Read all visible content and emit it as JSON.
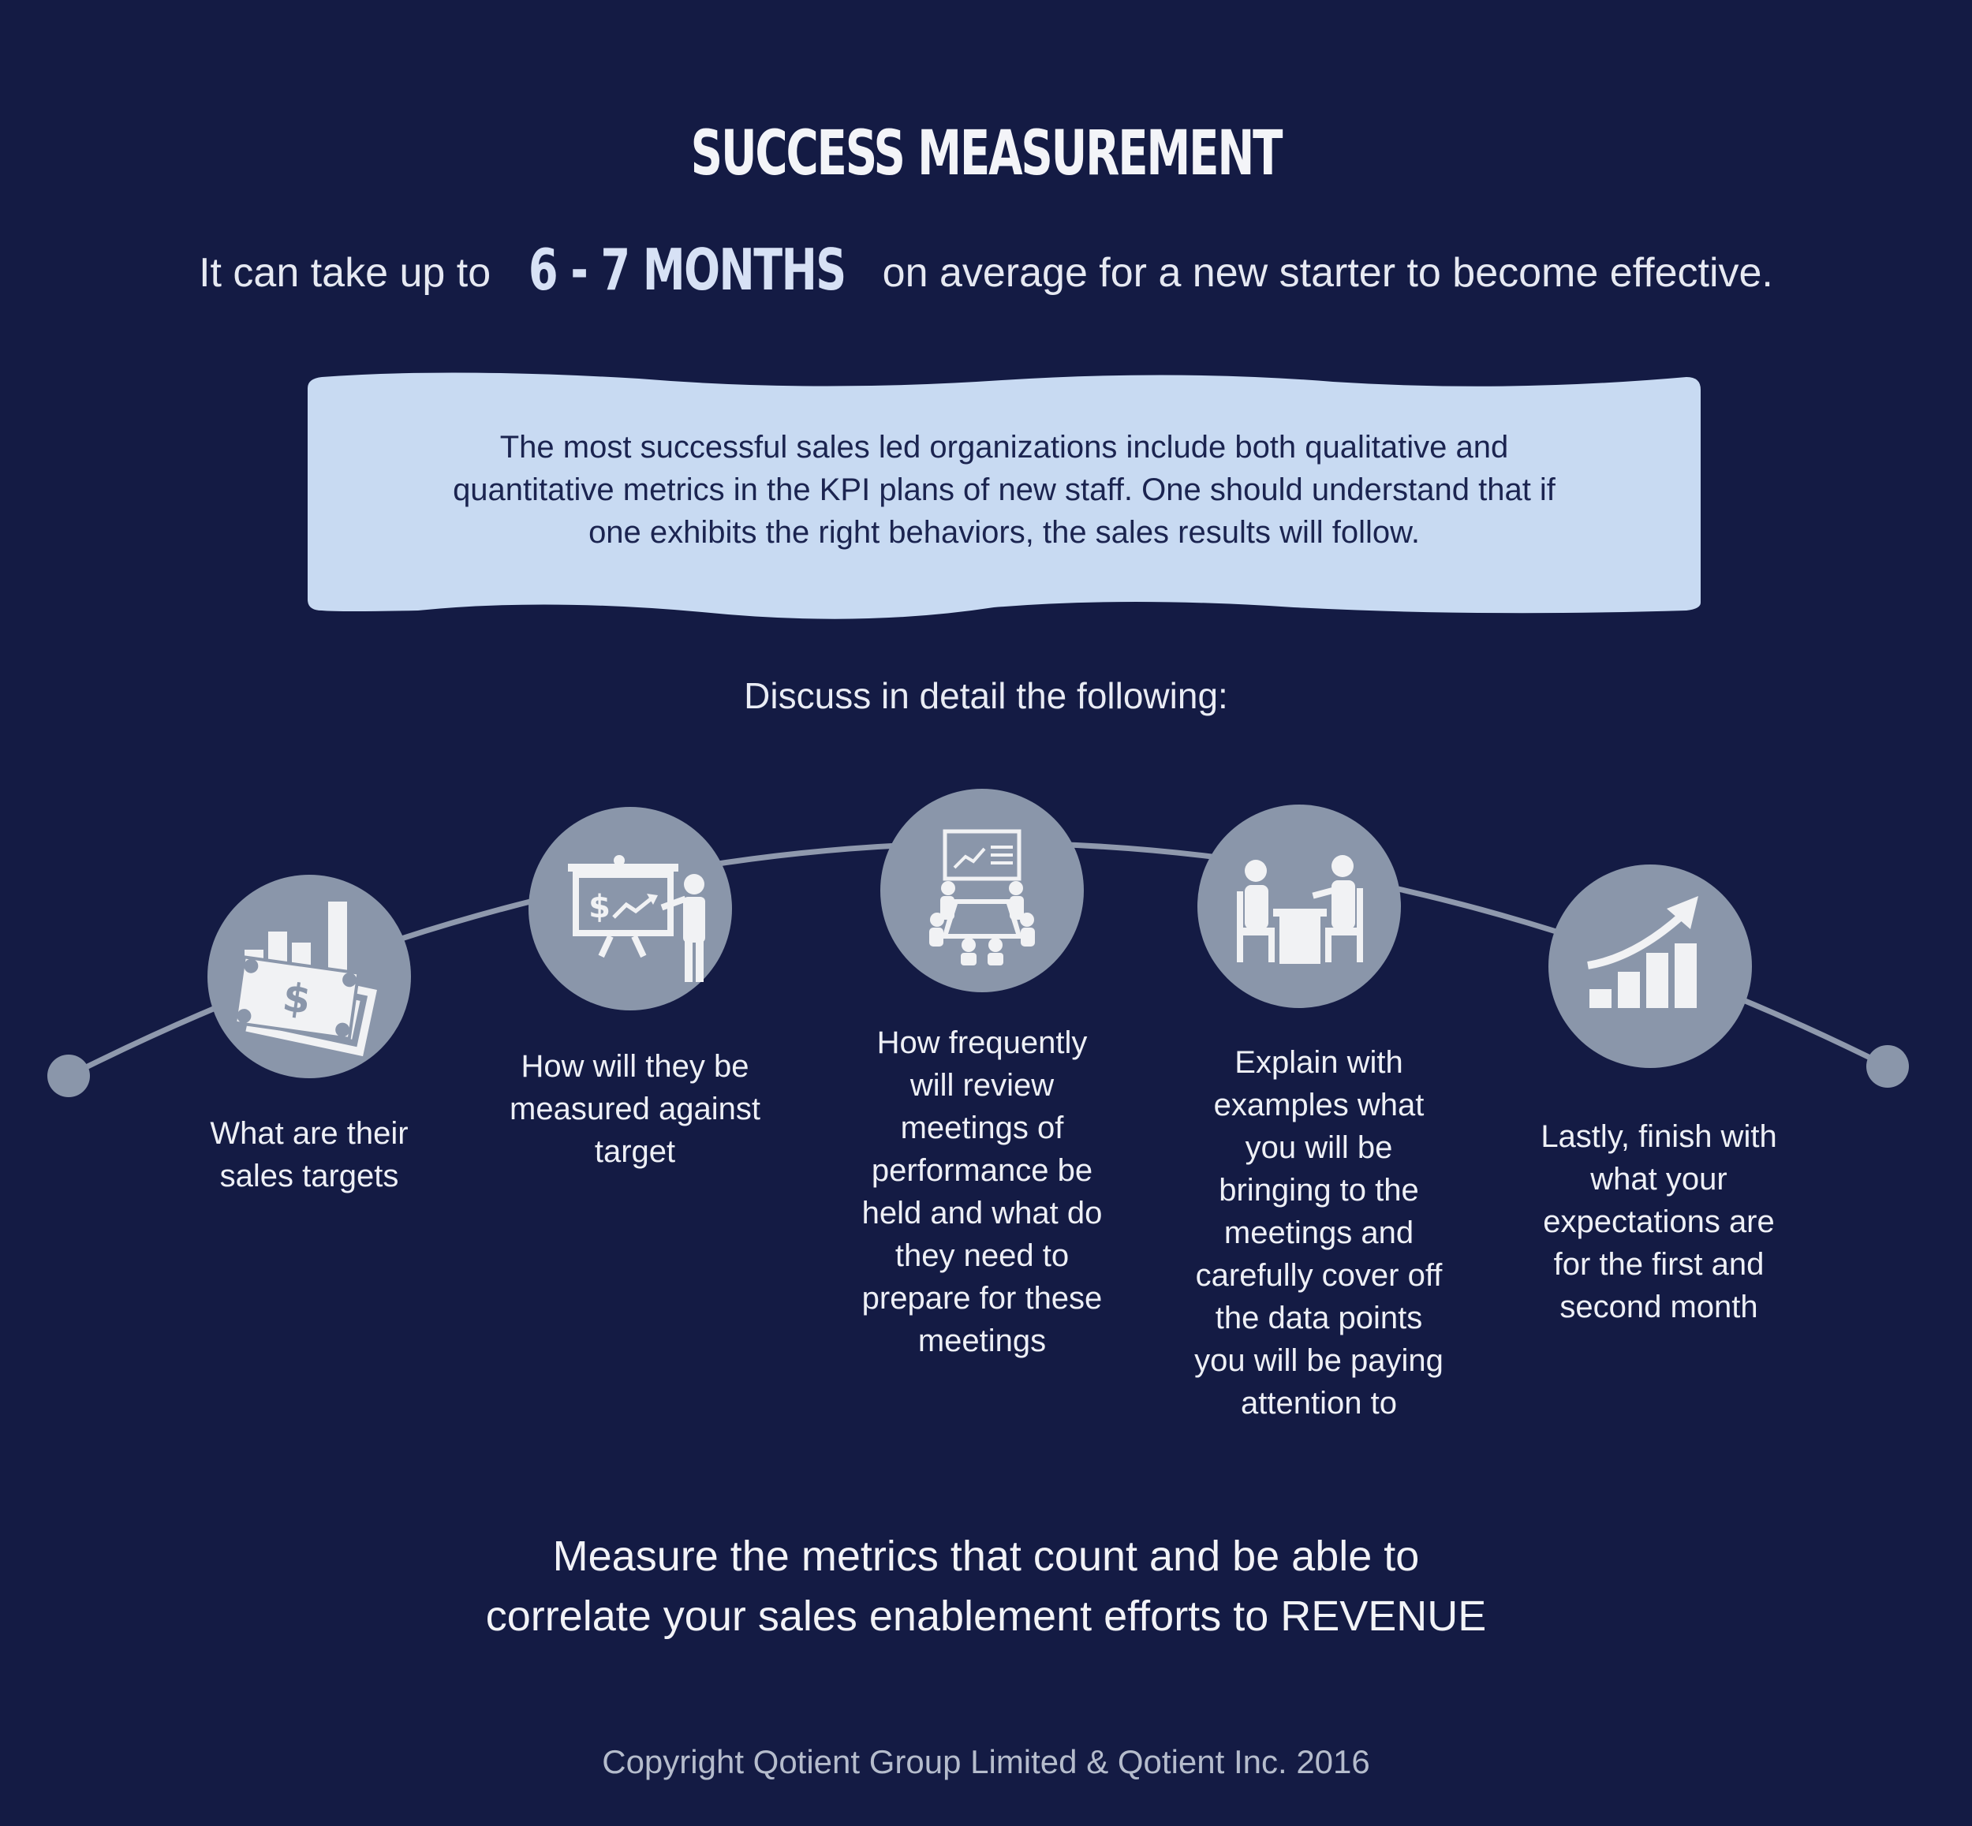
{
  "title": "SUCCESS MEASUREMENT",
  "subtitle": {
    "before": "It can take up to",
    "highlight": "6 - 7 MONTHS",
    "after": "on average for a new starter to become effective."
  },
  "note": {
    "lines": [
      "The most successful sales led organizations include both qualitative and",
      "quantitative metrics in the KPI plans of new staff. One should understand that if",
      "one exhibits the right behaviors, the sales results will follow."
    ]
  },
  "lead": "Discuss in detail the following:",
  "steps": [
    {
      "icon": "money-chart-icon",
      "lines": [
        "What are their",
        "sales targets"
      ]
    },
    {
      "icon": "presentation-dollar-icon",
      "lines": [
        "How will they be",
        "measured against",
        "target"
      ]
    },
    {
      "icon": "meeting-table-icon",
      "lines": [
        "How frequently",
        "will review",
        "meetings of",
        "performance be",
        "held and what do",
        "they need to",
        "prepare for these",
        "meetings"
      ]
    },
    {
      "icon": "two-people-desk-icon",
      "lines": [
        "Explain with",
        "examples what",
        "you will be",
        "bringing to the",
        "meetings and",
        "carefully cover off",
        "the data points",
        "you will be paying",
        "attention to"
      ]
    },
    {
      "icon": "growth-chart-icon",
      "lines": [
        "Lastly, finish with",
        "what your",
        "expectations are",
        "for the first and",
        "second month"
      ]
    }
  ],
  "closing": {
    "lines": [
      "Measure the metrics that count and be able to",
      "correlate your sales enablement efforts to REVENUE"
    ]
  },
  "footer": "Copyright Qotient Group Limited & Qotient Inc. 2016",
  "colors": {
    "background": "#141b44",
    "note_box": "#c8daf2",
    "circle": "#8a96aa",
    "icon": "#f1f2f4",
    "arc": "#8f99ad"
  }
}
